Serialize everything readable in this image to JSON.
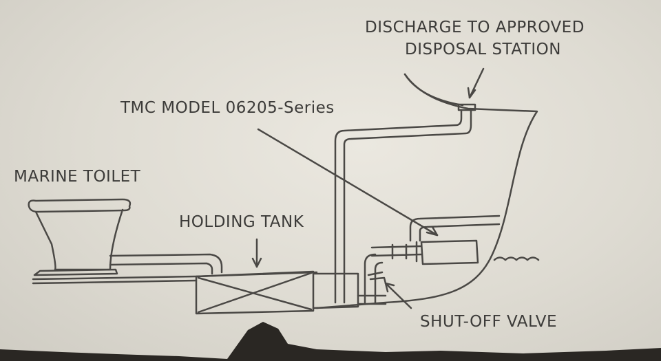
{
  "diagram": {
    "discharge_line1": "DISCHARGE TO APPROVED",
    "discharge_line2": "DISPOSAL STATION",
    "model": "TMC MODEL 06205-Series",
    "toilet": "MARINE TOILET",
    "tank": "HOLDING TANK",
    "valve": "SHUT-OFF VALVE"
  },
  "colors": {
    "placard": "#e6e3db",
    "line": "#4a4845",
    "text": "#3c3b39",
    "frame": "#2a2723"
  }
}
